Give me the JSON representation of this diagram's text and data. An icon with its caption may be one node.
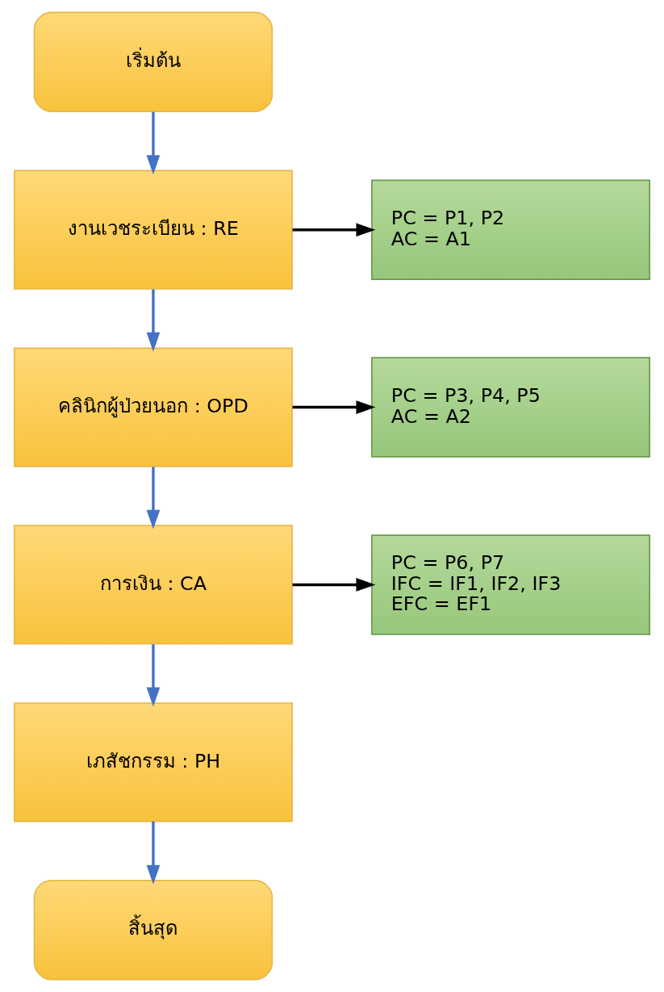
{
  "diagram": {
    "nodes": [
      {
        "text": [
          "เริ่มต้น"
        ]
      },
      {
        "text": [
          "งานเวชระเบียน : RE"
        ]
      },
      {
        "text": [
          "PC = P1, P2",
          "AC = A1"
        ]
      },
      {
        "text": [
          "คลินิกผู้ป่วยนอก : OPD"
        ]
      },
      {
        "text": [
          "PC = P3, P4, P5",
          "AC = A2"
        ]
      },
      {
        "text": [
          "การเงิน : CA"
        ]
      },
      {
        "text": [
          "PC = P6, P7",
          "IFC = IF1, IF2, IF3",
          "EFC = EF1"
        ]
      },
      {
        "text": [
          "เภสัชกรรม : PH"
        ]
      },
      {
        "text": [
          "สิ้นสุด"
        ]
      }
    ],
    "edges": [
      {
        "from": 0,
        "to": 1,
        "arrow": "to"
      },
      {
        "from": 1,
        "to": 2,
        "arrow": "to",
        "color": "#000000"
      },
      {
        "from": 1,
        "to": 3,
        "arrow": "to"
      },
      {
        "from": 3,
        "to": 4,
        "arrow": "to",
        "color": "#000000"
      },
      {
        "from": 3,
        "to": 5,
        "arrow": "to"
      },
      {
        "from": 5,
        "to": 6,
        "arrow": "to",
        "color": "#000000"
      },
      {
        "from": 5,
        "to": 7,
        "arrow": "to"
      },
      {
        "from": 7,
        "to": 8,
        "arrow": "to"
      }
    ]
  }
}
